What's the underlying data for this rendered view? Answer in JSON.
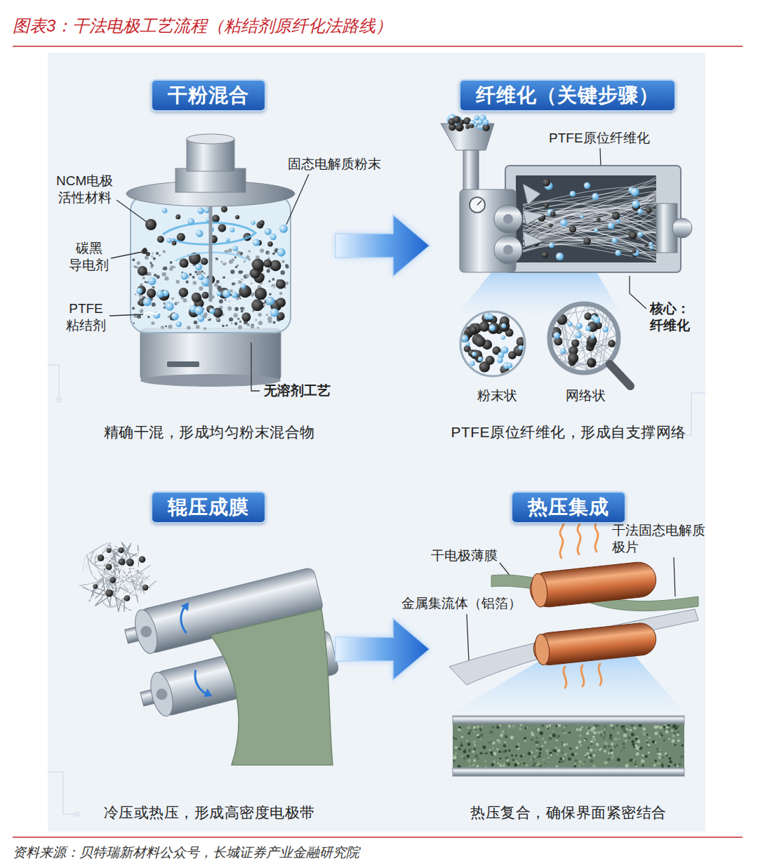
{
  "diagram": {
    "title": "图表3：干法电极工艺流程（粘结剂原纤化法路线）",
    "caption": "资料来源：贝特瑞新材料公众号，长城证券产业金融研究院",
    "nodes": [
      {
        "text": [
          "干粉混合",
          "精确干混，形成均匀粉末混合物"
        ]
      },
      {
        "text": [
          "纤维化（关键步骤）",
          "PTFE原位纤维化，形成自支撑网络"
        ]
      },
      {
        "text": [
          "辊压成膜",
          "冷压或热压，形成高密度电极带"
        ]
      },
      {
        "text": [
          "热压集成",
          "热压复合，确保界面紧密结合"
        ]
      }
    ],
    "edges": [
      {
        "from": 0,
        "to": 1,
        "arrow": "to"
      },
      {
        "from": 2,
        "to": 3,
        "arrow": "to"
      }
    ],
    "labels": [
      "NCM电极 活性材料",
      "碳黑 导电剂",
      "PTFE 粘结剂",
      "固态电解质粉末",
      "无溶剂工艺",
      "PTFE原位纤维化",
      "核心：纤维化",
      "粉末状",
      "网络状",
      "干电极薄膜",
      "干法固态电解质极片",
      "金属集流体（铝箔）"
    ]
  }
}
